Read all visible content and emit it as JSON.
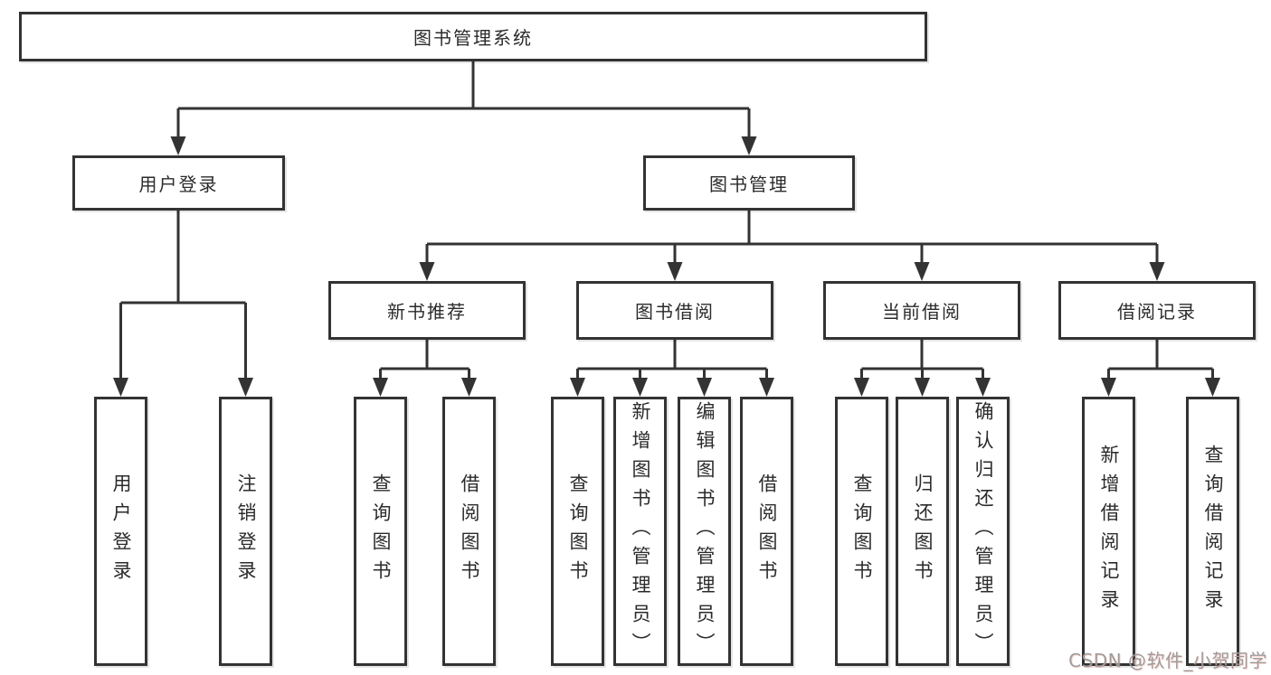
{
  "colors": {
    "background": "#ffffff",
    "box_border": "#333333",
    "box_fill": "#ffffff",
    "line": "#333333",
    "text": "#2b2b2b",
    "watermark": "#9d9d9d"
  },
  "tree": {
    "root": {
      "label": "图书管理系统",
      "children": [
        {
          "label": "用户登录",
          "children": [
            {
              "label": "用户登录"
            },
            {
              "label": "注销登录"
            }
          ]
        },
        {
          "label": "图书管理",
          "children": [
            {
              "label": "新书推荐",
              "children": [
                {
                  "label": "查询图书"
                },
                {
                  "label": "借阅图书"
                }
              ]
            },
            {
              "label": "图书借阅",
              "children": [
                {
                  "label": "查询图书"
                },
                {
                  "label": "新增图书（管理员）"
                },
                {
                  "label": "编辑图书（管理员）"
                },
                {
                  "label": "借阅图书"
                }
              ]
            },
            {
              "label": "当前借阅",
              "children": [
                {
                  "label": "查询图书"
                },
                {
                  "label": "归还图书"
                },
                {
                  "label": "确认归还（管理员）"
                }
              ]
            },
            {
              "label": "借阅记录",
              "children": [
                {
                  "label": "新增借阅记录"
                },
                {
                  "label": "查询借阅记录"
                }
              ]
            }
          ]
        }
      ]
    }
  },
  "watermark": {
    "text": "CSDN @软件_小贺同学"
  }
}
